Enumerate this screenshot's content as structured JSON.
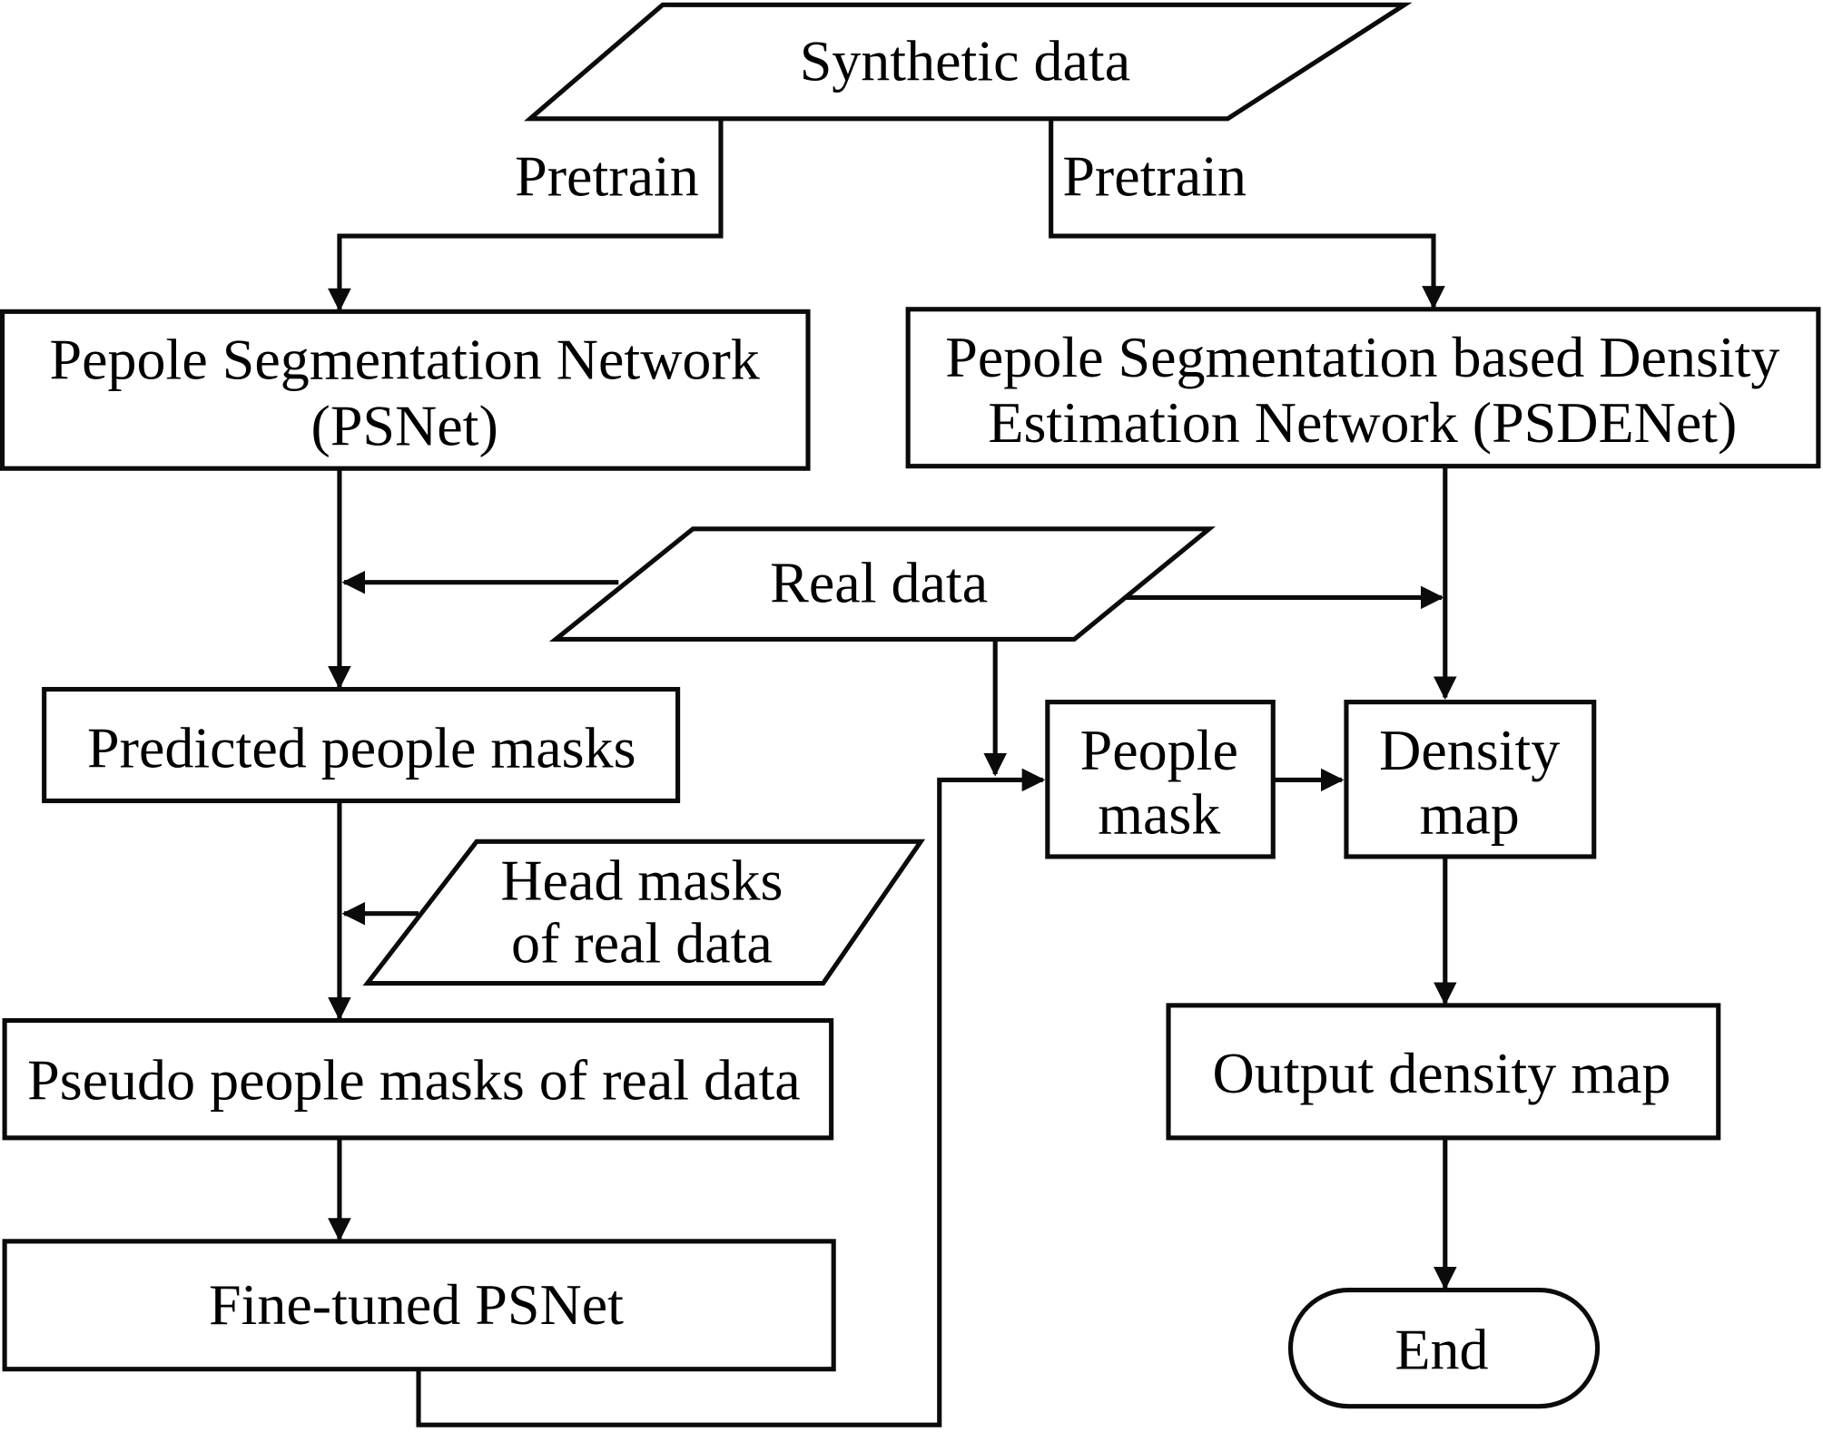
{
  "diagram": {
    "nodes": {
      "synthetic_data": {
        "type": "parallelogram",
        "lines": [
          "Synthetic data"
        ]
      },
      "psnet": {
        "type": "rect",
        "lines": [
          "Pepole Segmentation Network",
          "(PSNet)"
        ]
      },
      "psdenet": {
        "type": "rect",
        "lines": [
          "Pepole Segmentation based Density",
          "Estimation Network (PSDENet)"
        ]
      },
      "real_data": {
        "type": "parallelogram",
        "lines": [
          "Real data"
        ]
      },
      "predicted_masks": {
        "type": "rect",
        "lines": [
          "Predicted people masks"
        ]
      },
      "head_masks": {
        "type": "parallelogram",
        "lines": [
          "Head masks",
          "of real data"
        ]
      },
      "pseudo_masks": {
        "type": "rect",
        "lines": [
          "Pseudo people masks of real data"
        ]
      },
      "finetuned_psnet": {
        "type": "rect",
        "lines": [
          "Fine-tuned PSNet"
        ]
      },
      "people_mask": {
        "type": "rect",
        "lines": [
          "People",
          "mask"
        ]
      },
      "density_map": {
        "type": "rect",
        "lines": [
          "Density",
          "map"
        ]
      },
      "output_density": {
        "type": "rect",
        "lines": [
          "Output density map"
        ]
      },
      "end": {
        "type": "terminator",
        "lines": [
          "End"
        ]
      }
    },
    "edge_labels": {
      "pretrain_left": "Pretrain",
      "pretrain_right": "Pretrain"
    },
    "edges": [
      {
        "from": "synthetic_data",
        "to": "psnet",
        "label": "Pretrain"
      },
      {
        "from": "synthetic_data",
        "to": "psdenet",
        "label": "Pretrain"
      },
      {
        "from": "psnet",
        "to": "predicted_masks"
      },
      {
        "from": "real_data",
        "to": "psnet-predicted_masks-link"
      },
      {
        "from": "real_data",
        "to": "psdenet-density_map-link"
      },
      {
        "from": "real_data",
        "to": "people_mask"
      },
      {
        "from": "predicted_masks",
        "to": "pseudo_masks"
      },
      {
        "from": "head_masks",
        "to": "predicted_masks-pseudo_masks-link"
      },
      {
        "from": "pseudo_masks",
        "to": "finetuned_psnet"
      },
      {
        "from": "finetuned_psnet",
        "to": "people_mask"
      },
      {
        "from": "psdenet",
        "to": "density_map"
      },
      {
        "from": "people_mask",
        "to": "density_map"
      },
      {
        "from": "density_map",
        "to": "output_density"
      },
      {
        "from": "output_density",
        "to": "end"
      }
    ]
  }
}
